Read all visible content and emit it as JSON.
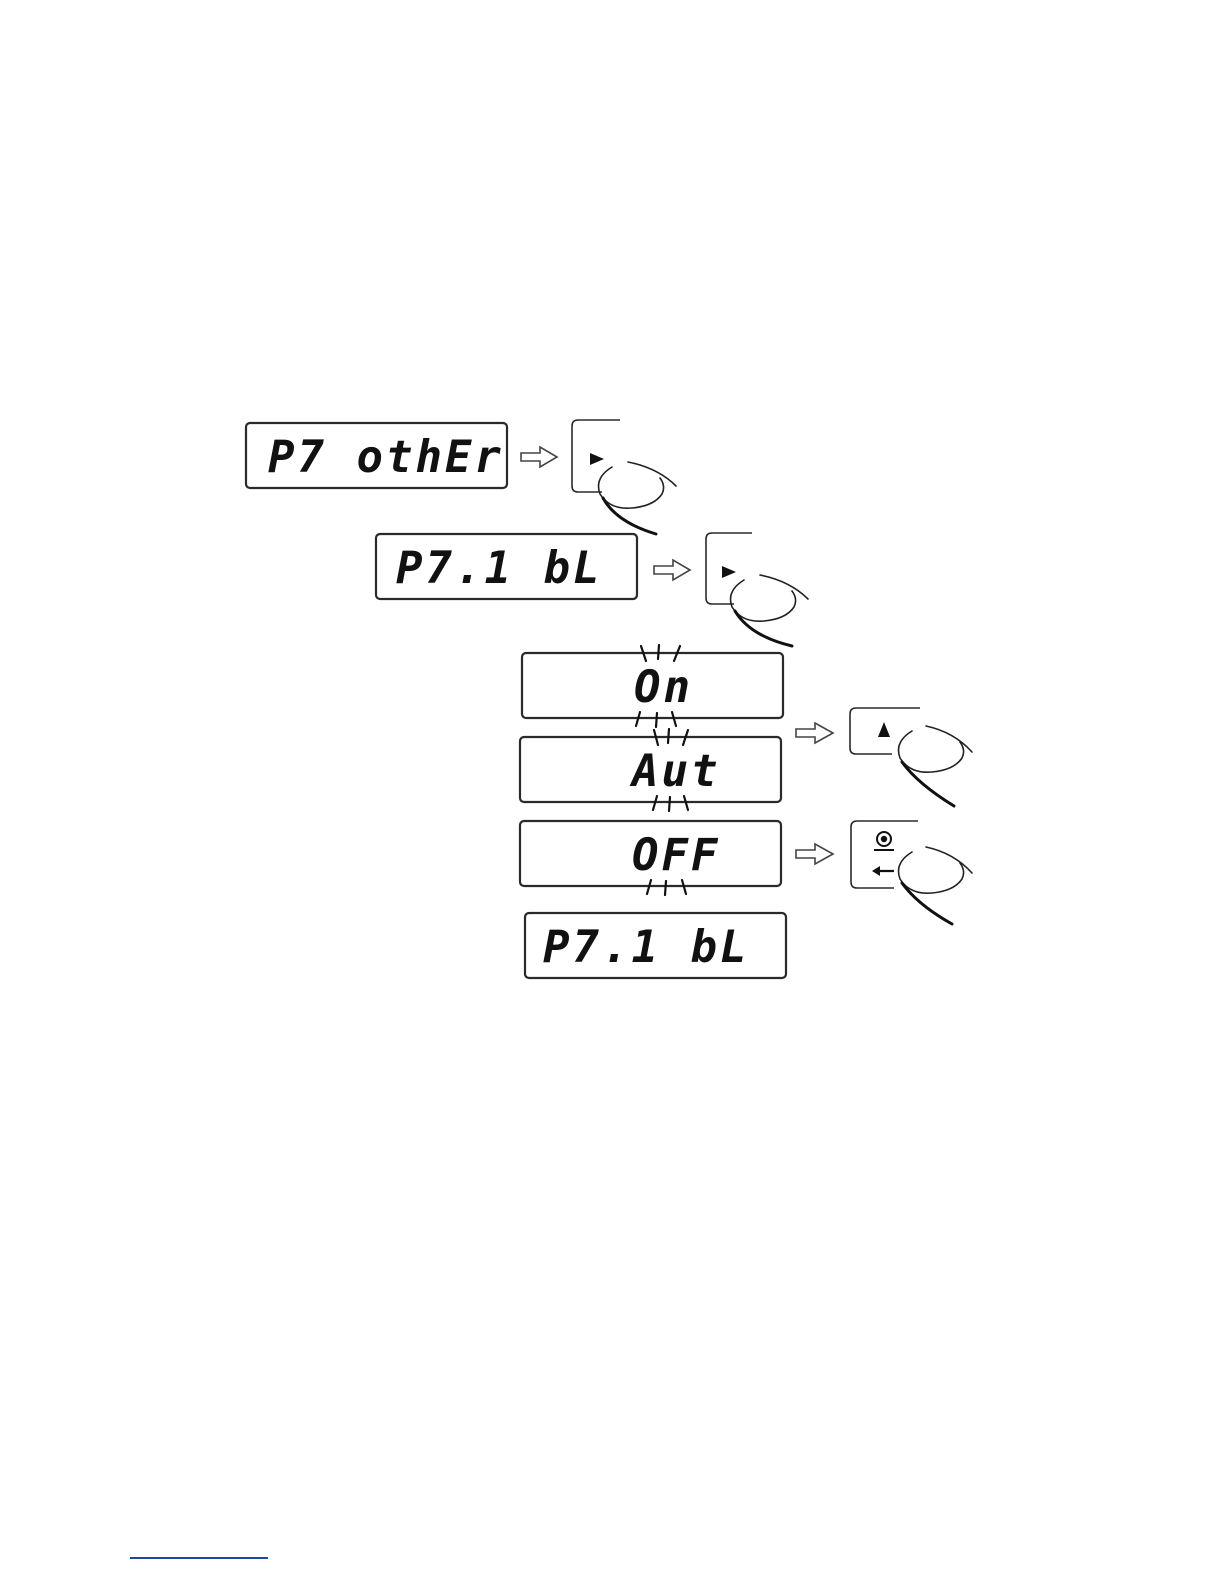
{
  "displays": [
    {
      "id": "menu-other",
      "text": "P7 othEr"
    },
    {
      "id": "submenu-bl",
      "text": "P7.1 bL"
    },
    {
      "id": "option-on",
      "text": "On"
    },
    {
      "id": "option-aut",
      "text": "Aut"
    },
    {
      "id": "option-off",
      "text": "OFF"
    },
    {
      "id": "submenu-bl-return",
      "text": "P7.1 bL"
    }
  ],
  "keys": [
    {
      "id": "right-key",
      "icon": "right-triangle-icon"
    },
    {
      "id": "right-key-2",
      "icon": "right-triangle-icon"
    },
    {
      "id": "up-key",
      "icon": "up-triangle-icon"
    },
    {
      "id": "enter-key",
      "icon": "zero-enter-icon"
    }
  ],
  "colors": {
    "ink": "#111111",
    "frame": "#2a2a2a",
    "footer_rule": "#2244aa"
  }
}
